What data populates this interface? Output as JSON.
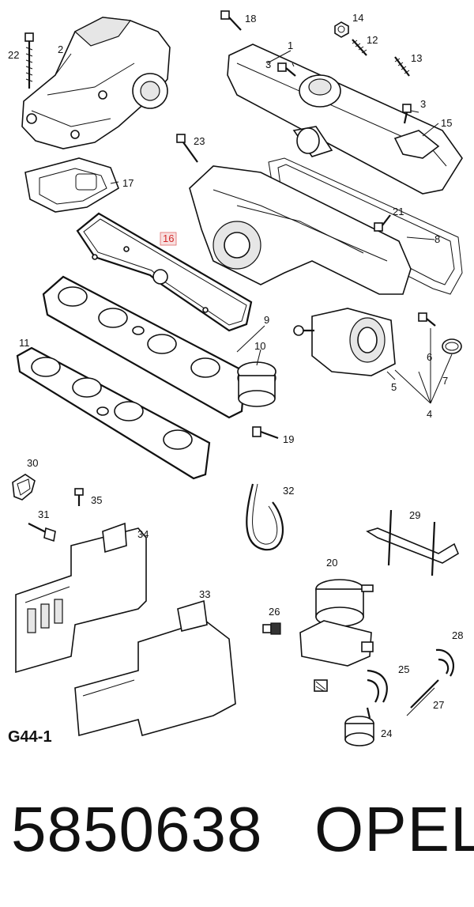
{
  "diagram": {
    "code": "G44-1",
    "part_number": "5850638",
    "brand": "OPEL",
    "highlighted_label": "16",
    "callouts": {
      "c1": "1",
      "c2": "2",
      "c3a": "3",
      "c3b": "3",
      "c4": "4",
      "c5": "5",
      "c6": "6",
      "c7": "7",
      "c8": "8",
      "c9": "9",
      "c10": "10",
      "c11": "11",
      "c12": "12",
      "c13": "13",
      "c14": "14",
      "c15": "15",
      "c16": "16",
      "c17": "17",
      "c18": "18",
      "c19": "19",
      "c20": "20",
      "c21": "21",
      "c22": "22",
      "c23": "23",
      "c24": "24",
      "c25": "25",
      "c26": "26",
      "c27": "27",
      "c28": "28",
      "c29": "29",
      "c30": "30",
      "c31": "31",
      "c32": "32",
      "c33": "33",
      "c34": "34",
      "c35": "35"
    }
  }
}
